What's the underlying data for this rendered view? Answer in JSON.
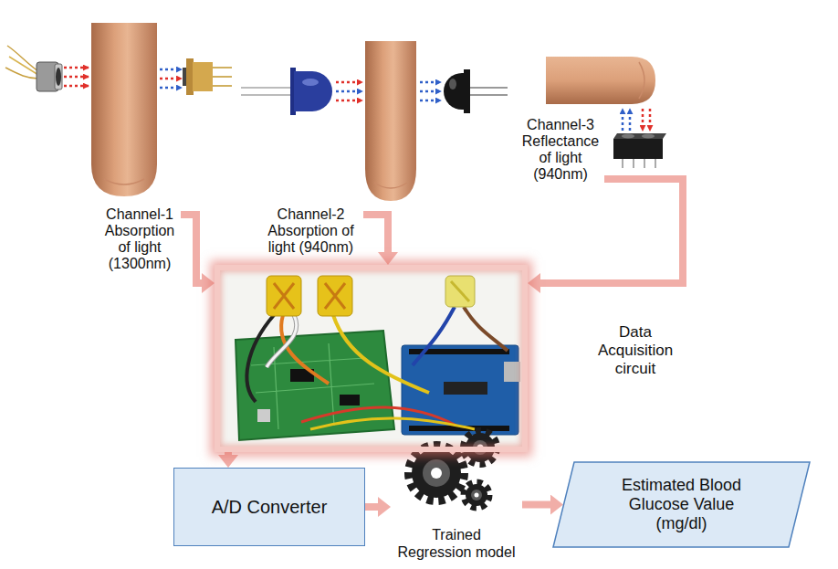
{
  "diagram": {
    "nodes": [
      {
        "text": [
          "Channel-1 Absorption of light (1300nm)"
        ]
      },
      {
        "text": [
          "Channel-2 Absorption of light (940nm)"
        ]
      },
      {
        "text": [
          "Channel-3 Reflectance of light (940nm)"
        ]
      },
      {
        "text": [
          "Data Acquisition circuit"
        ]
      },
      {
        "text": [
          "A/D Converter"
        ]
      },
      {
        "text": [
          "Trained Regression model"
        ]
      },
      {
        "text": [
          "Estimated Blood Glucose Value (mg/dl)"
        ]
      }
    ],
    "edges": [
      {
        "from": 0,
        "to": 3,
        "arrow": "to"
      },
      {
        "from": 1,
        "to": 3,
        "arrow": "to"
      },
      {
        "from": 2,
        "to": 3,
        "arrow": "to"
      },
      {
        "from": 3,
        "to": 4,
        "arrow": "to"
      },
      {
        "from": 4,
        "to": 5,
        "arrow": "to"
      },
      {
        "from": 5,
        "to": 6,
        "arrow": "to"
      }
    ]
  }
}
